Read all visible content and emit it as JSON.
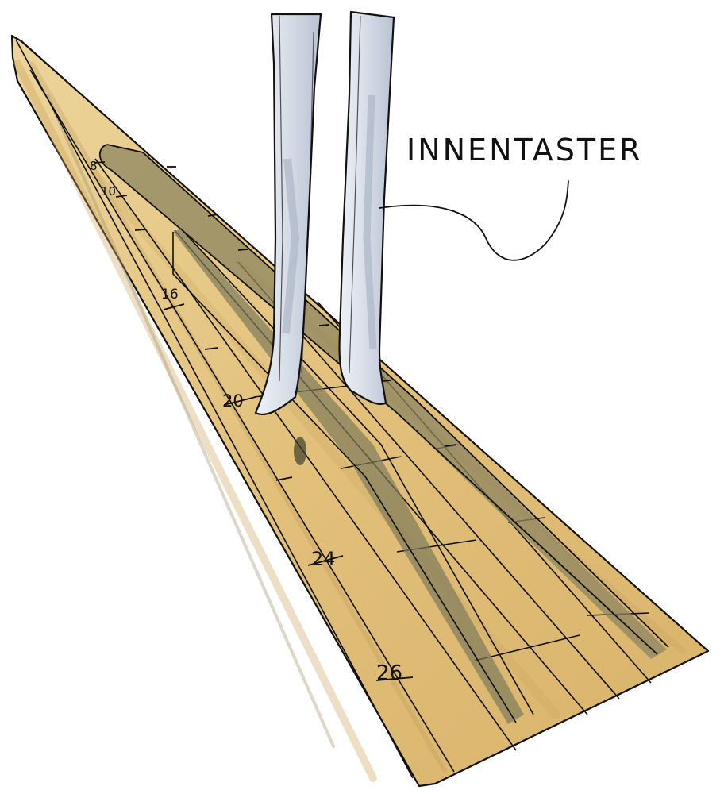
{
  "callout": {
    "label": "INNENTASTER",
    "target": "inside-calipers"
  },
  "ruler": {
    "material": "wood",
    "scale_marks": [
      "8",
      "10",
      "16",
      "20",
      "24",
      "26"
    ]
  },
  "colors": {
    "wood_light": "#e9cf8f",
    "wood_mid": "#d6b26a",
    "wood_shadow": "#8e8561",
    "caliper_steel": "#dde3ec",
    "caliper_shadow": "#a9b3c4",
    "ink": "#111111"
  }
}
